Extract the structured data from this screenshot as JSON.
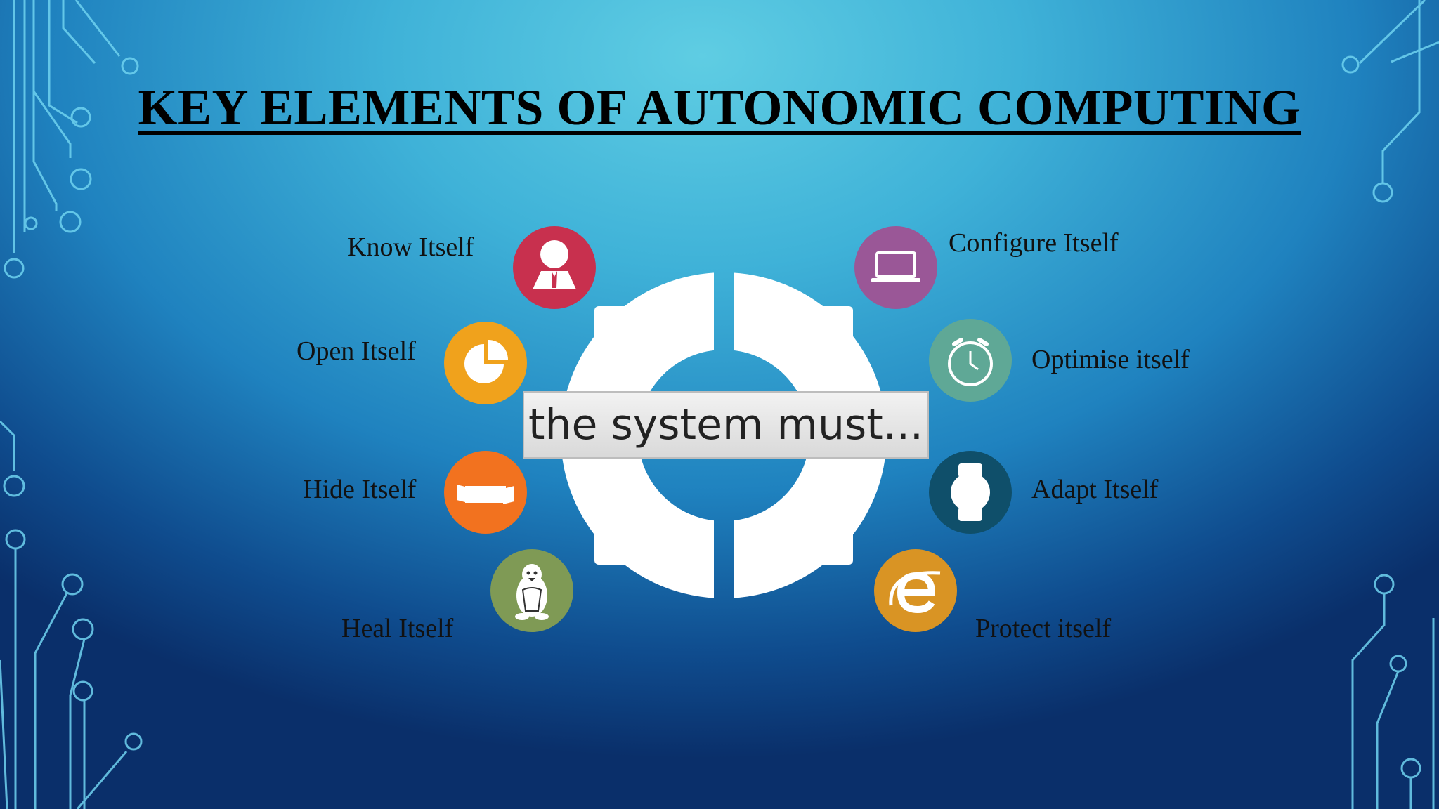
{
  "slide": {
    "title": "KEY ELEMENTS OF AUTONOMIC COMPUTING",
    "center_text": "the system must...",
    "colors": {
      "background_top": "#5fcde3",
      "background_bottom": "#0a2f6a",
      "circuit_lines": "#6fd3f0"
    },
    "elements": [
      {
        "label": "Know Itself",
        "icon": "user-icon",
        "color": "#c8304e"
      },
      {
        "label": "Open Itself",
        "icon": "pie-chart-icon",
        "color": "#f0a21c"
      },
      {
        "label": "Hide Itself",
        "icon": "banner-icon",
        "color": "#f2721f"
      },
      {
        "label": "Heal Itself",
        "icon": "linux-penguin-icon",
        "color": "#7f9a55"
      },
      {
        "label": "Configure Itself",
        "icon": "laptop-icon",
        "color": "#9a5797"
      },
      {
        "label": "Optimise itself",
        "icon": "stopwatch-icon",
        "color": "#5fa896"
      },
      {
        "label": "Adapt Itself",
        "icon": "smartwatch-icon",
        "color": "#0f4f6a"
      },
      {
        "label": "Protect itself",
        "icon": "internet-explorer-icon",
        "color": "#d99424"
      }
    ]
  }
}
